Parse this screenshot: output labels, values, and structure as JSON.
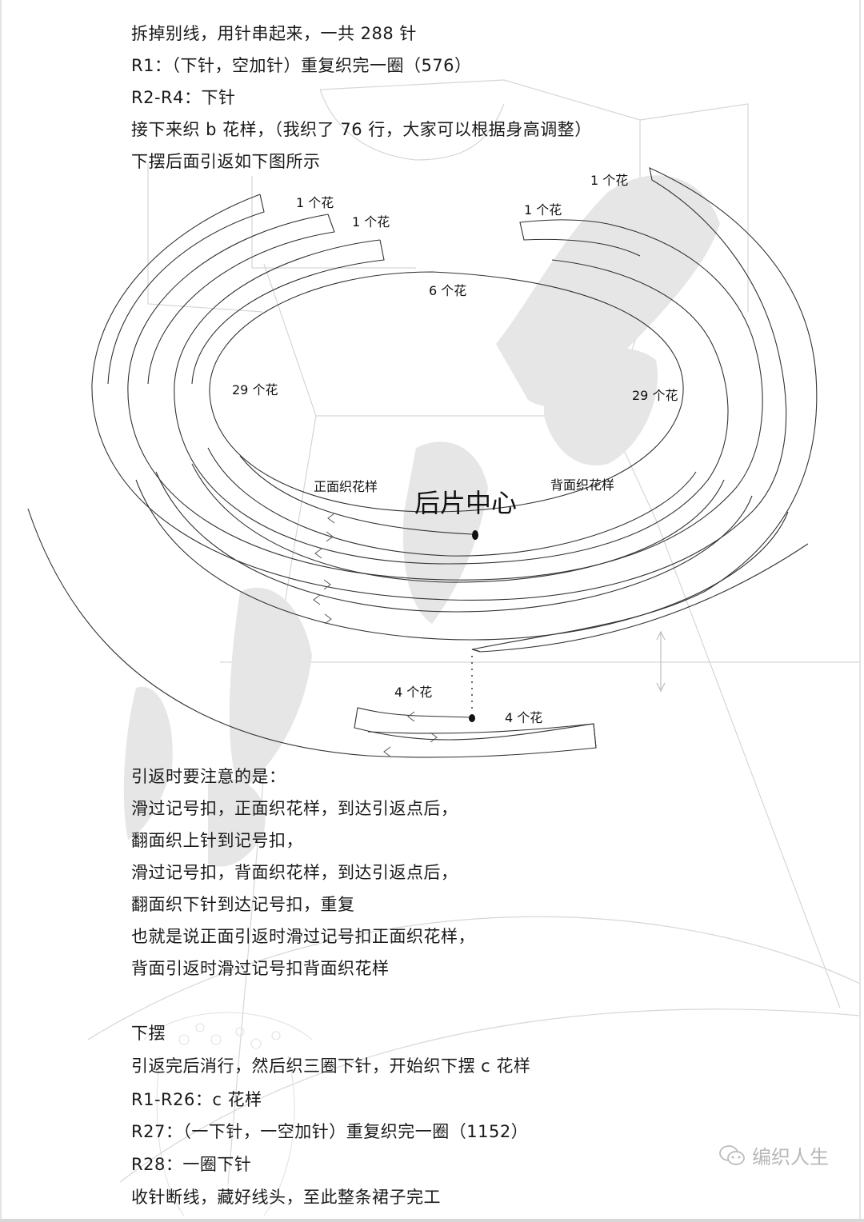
{
  "intro": {
    "lines": [
      "拆掉别线，用针串起来，一共 288 针",
      "R1：（下针，空加针）重复织完一圈（576）",
      "R2-R4：下针",
      "接下来织 b 花样，（我织了 76 行，大家可以根据身高调整）",
      "下摆后面引返如下图所示"
    ]
  },
  "diagram": {
    "labels": {
      "left_top_1": "1 个花",
      "left_top_2": "1 个花",
      "right_top_1": "1 个花",
      "right_top_2": "1 个花",
      "top_center": "6 个花",
      "left_side": "29 个花",
      "right_side": "29 个花",
      "front_pattern": "正面织花样",
      "back_pattern": "背面织花样",
      "center_title": "后片中心",
      "bottom_left": "4 个花",
      "bottom_right": "4 个花"
    }
  },
  "notes": {
    "lines": [
      "引返时要注意的是：",
      "滑过记号扣，正面织花样，到达引返点后，",
      "翻面织上针到记号扣，",
      "滑过记号扣，背面织花样，到达引返点后，",
      "翻面织下针到达记号扣，重复",
      "也就是说正面引返时滑过记号扣正面织花样，",
      "背面引返时滑过记号扣背面织花样"
    ]
  },
  "hem": {
    "title": "下摆",
    "lines": [
      "引返完后消行，然后织三圈下针，开始织下摆 c 花样",
      "R1-R26：c 花样",
      "R27：（一下针，一空加针）重复织完一圈（1152）",
      "R28：一圈下针",
      "收针断线，藏好线头，至此整条裙子完工"
    ]
  },
  "watermark": {
    "brand": "编织人生"
  }
}
